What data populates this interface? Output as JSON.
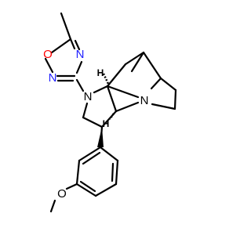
{
  "atoms": {
    "o_ring": "O",
    "n_ring_top": "N",
    "n_ring_left": "N",
    "n_pyrrolidine": "N",
    "n_bridgehead": "N",
    "o_methoxy": "O",
    "h_top": "H",
    "h_bottom": "H"
  },
  "colors": {
    "nitrogen": "#2222ff",
    "oxygen": "#ff0000",
    "bond": "#000000"
  }
}
